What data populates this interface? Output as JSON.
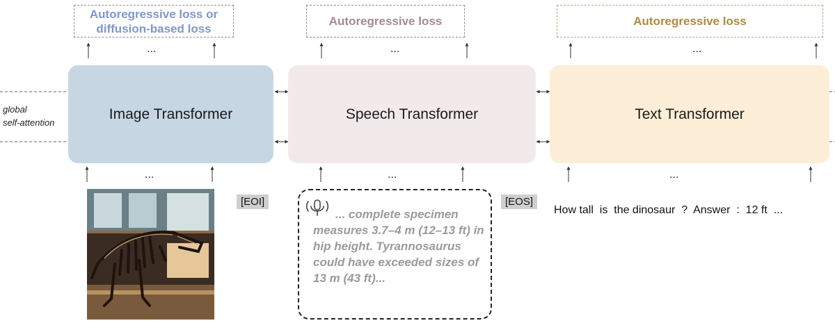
{
  "losses": {
    "image": "Autoregressive loss or diffusion-based loss",
    "speech": "Autoregressive loss",
    "text": "Autoregressive loss"
  },
  "colors": {
    "image_loss": "#7f97cc",
    "speech_loss": "#a68a8e",
    "text_loss": "#b08a3e",
    "image_transformer": "#c7d6e3",
    "speech_transformer": "#f2e9eb",
    "text_transformer": "#fdeed7"
  },
  "transformers": {
    "image": "Image Transformer",
    "speech": "Speech Transformer",
    "text": "Text Transformer"
  },
  "ellipsis": "...",
  "attention_label_line1": "global",
  "attention_label_line2": "self-attention",
  "tokens": {
    "eoi": "[EOI]",
    "eos": "[EOS]"
  },
  "speech_transcript": "... complete specimen measures 3.7–4 m (12–13 ft) in hip height. Tyrannosaurus could have exceeded sizes of 13 m (43 ft)...",
  "text_input": "How tall  is  the dinosaur  ?  Answer  :  12 ft  ..."
}
